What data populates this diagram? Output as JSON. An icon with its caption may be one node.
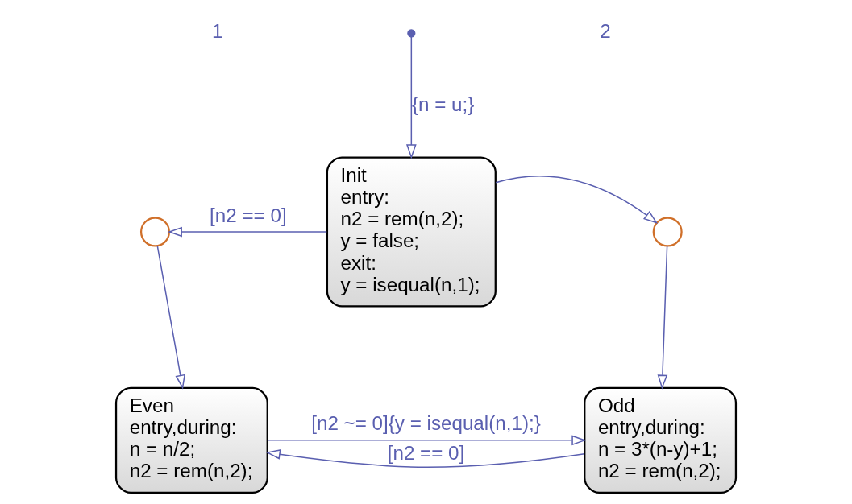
{
  "diagram": {
    "nodes": [
      {
        "text": [],
        "shape": "dot"
      },
      {
        "text": [
          "Init",
          "entry:",
          "n2 = rem(n,2);",
          "y = false;",
          "exit:",
          "y = isequal(n,1);"
        ]
      },
      {
        "text": [],
        "shape": "circle"
      },
      {
        "text": [],
        "shape": "circle"
      },
      {
        "text": [
          "Even",
          "entry,during:",
          "n = n/2;",
          "n2 = rem(n,2);"
        ]
      },
      {
        "text": [
          "Odd",
          "entry,during:",
          "n = 3*(n-y)+1;",
          "n2 = rem(n,2);"
        ]
      }
    ],
    "edges": [
      {
        "from": 0,
        "to": 1,
        "arrow": "to",
        "label": "{n = u;}"
      },
      {
        "from": 1,
        "to": 2,
        "arrow": "to",
        "label": "[n2 == 0]"
      },
      {
        "from": 1,
        "to": 3,
        "arrow": "to"
      },
      {
        "from": 2,
        "to": 4,
        "arrow": "to"
      },
      {
        "from": 3,
        "to": 5,
        "arrow": "to"
      },
      {
        "from": 5,
        "to": 4,
        "arrow": "to",
        "label": "[n2 == 0]"
      },
      {
        "from": 4,
        "to": 5,
        "arrow": "to",
        "label": "[n2 ~= 0]{y = isequal(n,1);}"
      }
    ],
    "labels": [
      "1",
      "2"
    ]
  }
}
